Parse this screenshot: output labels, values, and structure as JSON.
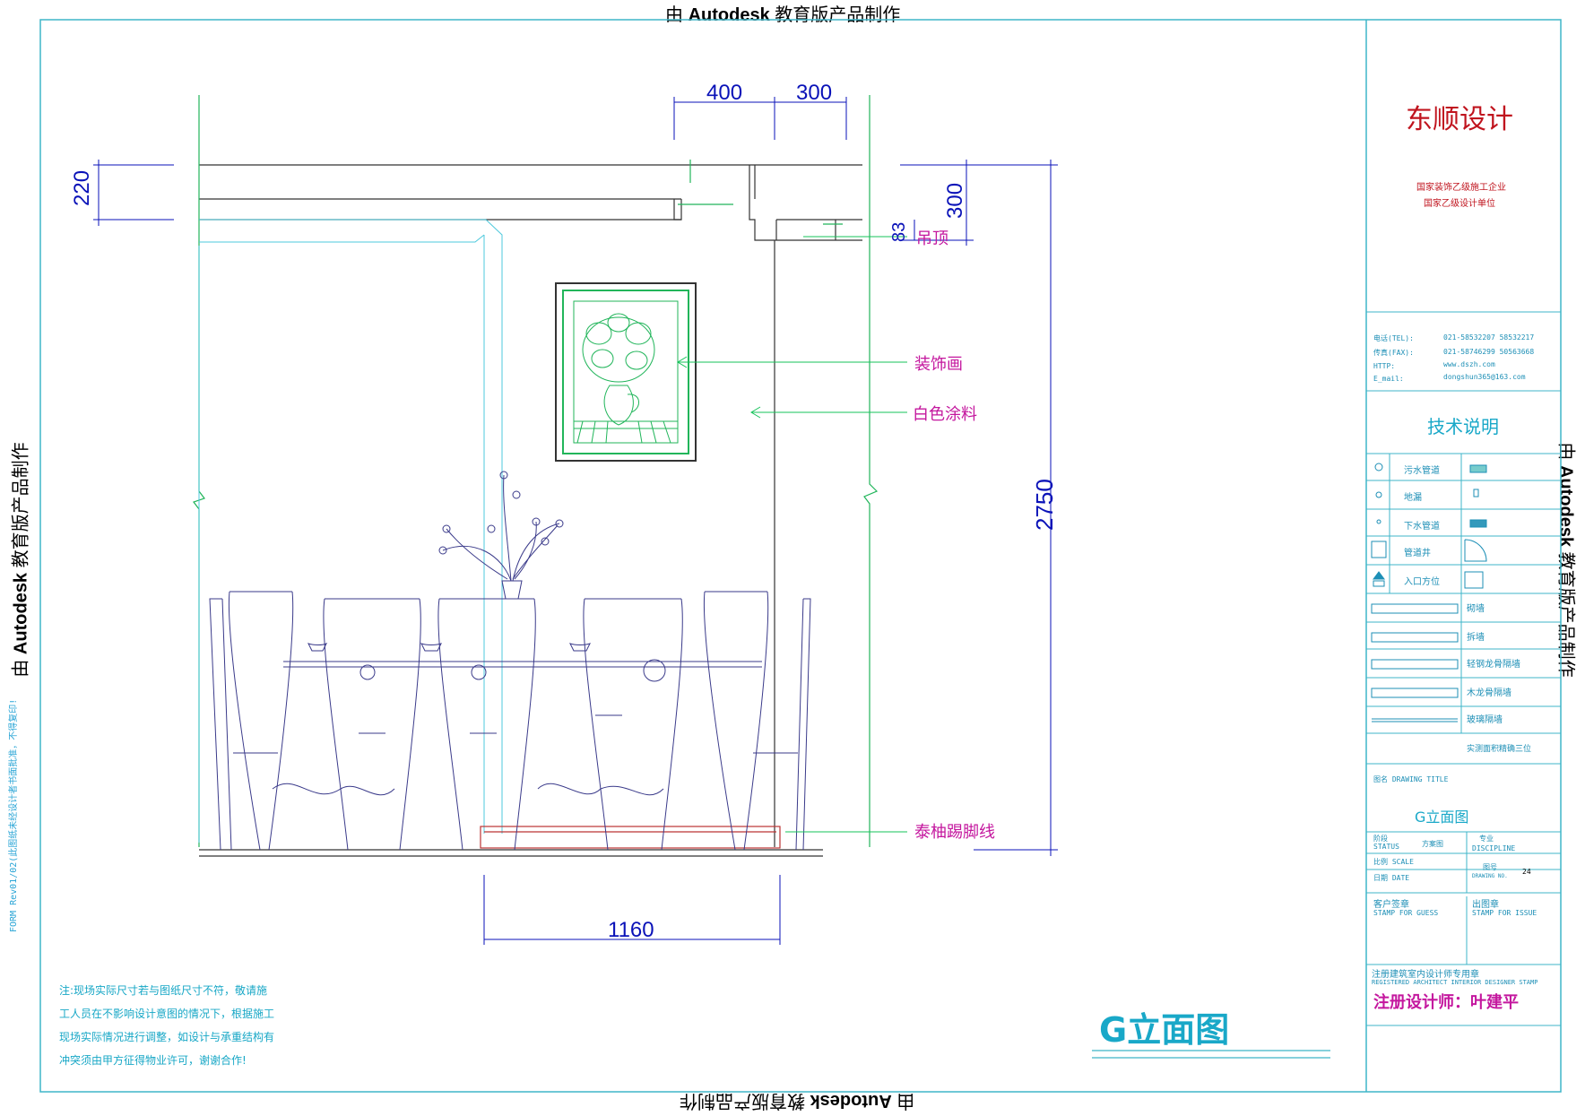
{
  "watermark": {
    "prefix": "由",
    "brand": "Autodesk",
    "suffix": "教育版产品制作"
  },
  "dimensions": {
    "d400": "400",
    "d300_top": "300",
    "d220": "220",
    "d300_right": "300",
    "d83": "83",
    "d2750": "2750",
    "d1160": "1160"
  },
  "callouts": {
    "ceiling": "吊顶",
    "painting": "装饰画",
    "white_paint": "白色涂料",
    "skirting": "泰柚踢脚线"
  },
  "drawing_title": "G立面图",
  "notes": {
    "main": [
      "注:现场实际尺寸若与图纸尺寸不符，敬请施",
      "工人员在不影响设计意图的情况下，根据施工",
      "现场实际情况进行调整，如设计与承重结构有",
      "冲突须由甲方征得物业许可，谢谢合作!"
    ],
    "side": "FORM Rev01/02(此图纸未经设计者书面批准，不得复印!"
  },
  "title_block": {
    "company": "东顺设计",
    "qual1": "国家装饰乙级施工企业",
    "qual2": "国家乙级设计单位",
    "contact": [
      {
        "label": "电话(TEL):",
        "value": "021-58532207   58532217"
      },
      {
        "label": "传真(FAX):",
        "value": "021-58746299   50563668"
      },
      {
        "label": "HTTP:",
        "value": "www.dszh.com"
      },
      {
        "label": "E_mail:",
        "value": "dongshun365@163.com"
      }
    ],
    "tech_title": "技术说明",
    "legend": [
      {
        "icon": "half-circle-icon",
        "label": "污水管道"
      },
      {
        "icon": "x-circle-icon",
        "label": "地漏"
      },
      {
        "icon": "small-circle-icon",
        "label": "下水管道"
      },
      {
        "icon": "corner-icon",
        "label": "管道井"
      },
      {
        "icon": "up-arrow-icon",
        "label": "入口方位"
      }
    ],
    "walls": [
      "砌墙",
      "拆墙",
      "轻钢龙骨隔墙",
      "木龙骨隔墙",
      "玻璃隔墙"
    ],
    "area_note": "实测面积精确三位",
    "drawing_name_label": "图名  DRAWING TITLE",
    "drawing_name": "G立面图",
    "status_label": "阶段",
    "status_en": "STATUS",
    "status_value": "方案图",
    "discipline_label": "专业",
    "discipline_en": "DISCIPLINE",
    "scale_label": "比例 SCALE",
    "date_label": "日期 DATE",
    "drawing_no_label": "图号",
    "drawing_no_en": "DRAWING NO.",
    "drawing_no": "24",
    "client_stamp": "客户签章",
    "client_stamp_en": "STAMP FOR GUESS",
    "issue_stamp": "出图章",
    "issue_stamp_en": "STAMP FOR ISSUE",
    "reg_stamp": "注册建筑室内设计师专用章",
    "reg_stamp_en": "REGISTERED ARCHITECT INTERIOR DESIGNER STAMP",
    "designer": "注册设计师：叶建平"
  },
  "colors": {
    "frame": "#3fb5c8",
    "dimension": "#0a12b8",
    "callout": "#c4179e",
    "leader": "#16c35a",
    "red_title": "#c0141e"
  }
}
